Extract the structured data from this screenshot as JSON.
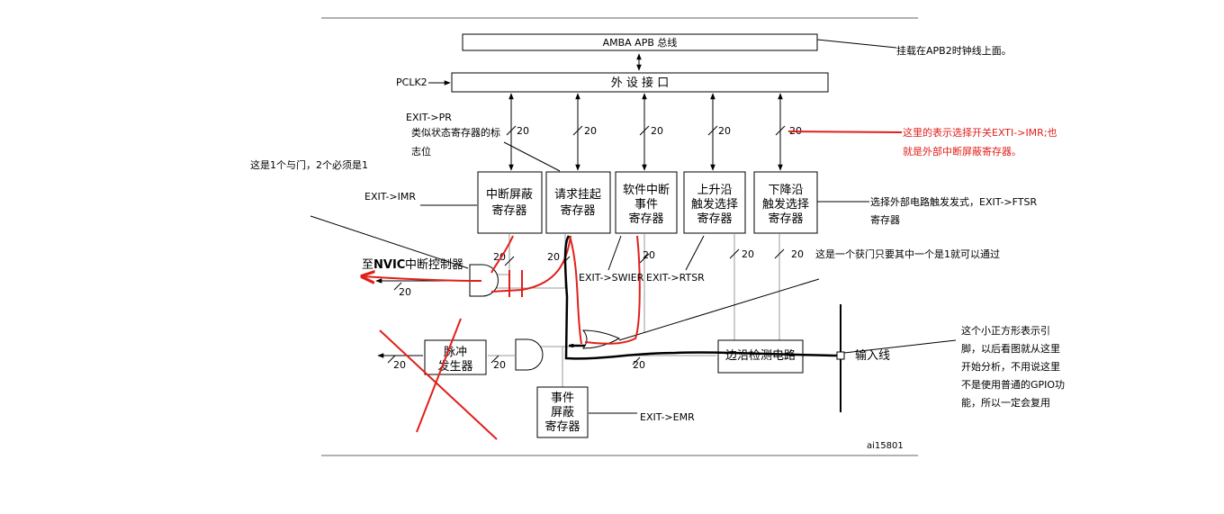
{
  "bus": {
    "amba": "AMBA APB 总线",
    "peripheral_interface": "外 设 接 口",
    "pclk": "PCLK2"
  },
  "registers": {
    "imr": [
      "中断屏蔽",
      "寄存器"
    ],
    "pr": [
      "请求挂起",
      "寄存器"
    ],
    "swier": [
      "软件中断",
      "事件",
      "寄存器"
    ],
    "rtsr": [
      "上升沿",
      "触发选择",
      "寄存器"
    ],
    "ftsr": [
      "下降沿",
      "触发选择",
      "寄存器"
    ]
  },
  "blocks": {
    "pulse": [
      "脉冲",
      "发生器"
    ],
    "emr": [
      "事件",
      "屏蔽",
      "寄存器"
    ],
    "edge": "边沿检测电路",
    "input_line": "输入线",
    "nvic_prefix": "至",
    "nvic_bold": "NVIC",
    "nvic_suffix": "中断控制器"
  },
  "bus_width": "20",
  "figure_id": "ai15801",
  "annotations": {
    "apb2": "挂载在APB2时钟线上面。",
    "pr_label": "EXIT->PR",
    "pr_note": [
      "类似状态寄存器的标",
      "志位"
    ],
    "imr_note": [
      "这里的表示选择开关EXTI->IMR;也",
      "就是外部中断屏蔽寄存器。"
    ],
    "and_gate_note": "这是1个与门，2个必须是1",
    "imr_label": "EXIT->IMR",
    "ftsr_note": [
      "选择外部电路触发发式，EXIT->FTSR",
      "寄存器"
    ],
    "or_gate_note": "这是一个获门只要其中一个是1就可以通过",
    "swier_label": "EXIT->SWIER",
    "rtsr_label": "EXIT->RTSR",
    "pin_note": [
      "这个小正方形表示引",
      "脚，以后看图就从这里",
      "开始分析，不用说这里",
      "不是使用普通的GPIO功",
      "能，所以一定会复用"
    ],
    "emr_label": "EXIT->EMR"
  },
  "colors": {
    "annotation_red": "#e0201b",
    "ink": "#000000"
  }
}
